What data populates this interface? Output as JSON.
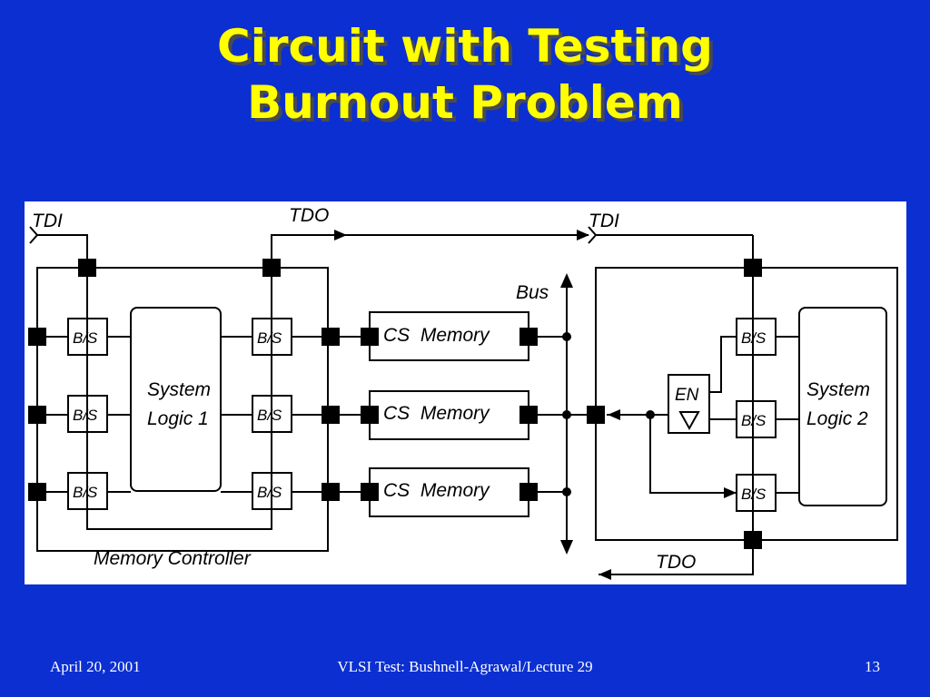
{
  "slide": {
    "title_line1": "Circuit with Testing",
    "title_line2": "Burnout Problem",
    "title_color": "#FFFF00",
    "background_color": "#0B2FD1"
  },
  "diagram": {
    "labels": {
      "tdi_left": "TDI",
      "tdo_top": "TDO",
      "tdi_right": "TDI",
      "bus": "Bus",
      "tdo_bottom": "TDO",
      "system_logic_1_line1": "System",
      "system_logic_1_line2": "Logic 1",
      "system_logic_2_line1": "System",
      "system_logic_2_line2": "Logic 2",
      "memory_controller": "Memory Controller",
      "en": "EN"
    },
    "bs_cells": [
      "B/S",
      "B/S",
      "B/S",
      "B/S",
      "B/S",
      "B/S",
      "B/S",
      "B/S",
      "B/S"
    ],
    "memories": [
      {
        "label": "CS  Memory"
      },
      {
        "label": "CS  Memory"
      },
      {
        "label": "CS  Memory"
      }
    ]
  },
  "footer": {
    "date": "April 20, 2001",
    "course": "VLSI Test: Bushnell-Agrawal/Lecture 29",
    "page": "13"
  }
}
